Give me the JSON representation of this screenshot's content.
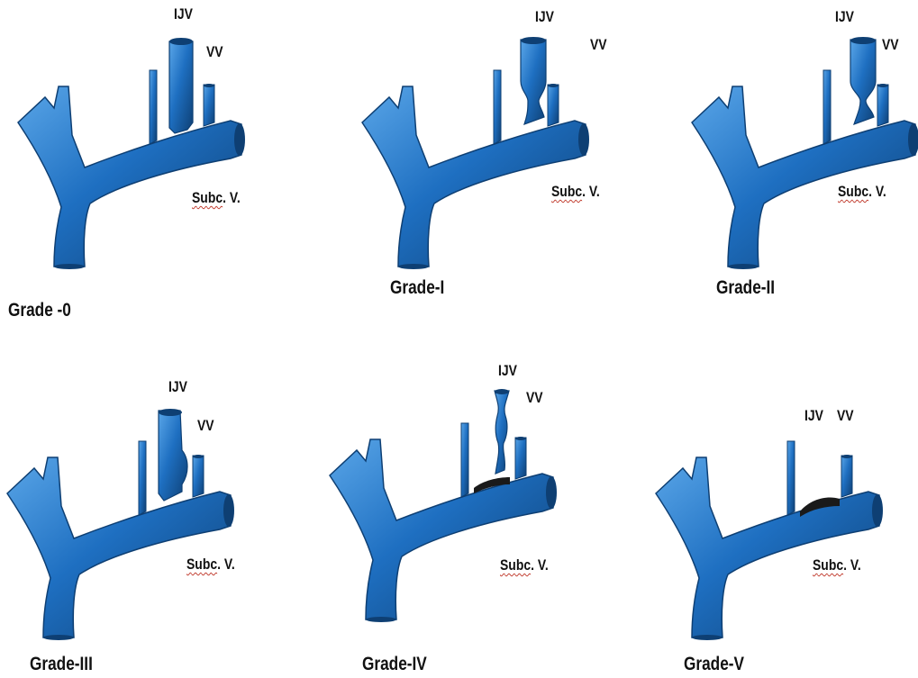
{
  "panels": [
    {
      "grade": "Grade -0",
      "ijv": "IJV",
      "vv": "VV",
      "subc_word": "Subc",
      "subc_rest": ". V.",
      "stenosis": "none"
    },
    {
      "grade": "Grade-I",
      "ijv": "IJV",
      "vv": "VV",
      "subc_word": "Subc",
      "subc_rest": ". V.",
      "stenosis": "mild"
    },
    {
      "grade": "Grade-II",
      "ijv": "IJV",
      "vv": "VV",
      "subc_word": "Subc",
      "subc_rest": ". V.",
      "stenosis": "moderate"
    },
    {
      "grade": "Grade-III",
      "ijv": "IJV",
      "vv": "VV",
      "subc_word": "Subc",
      "subc_rest": ". V.",
      "stenosis": "bulge"
    },
    {
      "grade": "Grade-IV",
      "ijv": "IJV",
      "vv": "VV",
      "subc_word": "Subc",
      "subc_rest": ". V.",
      "stenosis": "multiple"
    },
    {
      "grade": "Grade-V",
      "ijv": "IJV",
      "vv": "VV",
      "subc_word": "Subc",
      "subc_rest": ". V.",
      "stenosis": "occluded"
    }
  ],
  "colors": {
    "vein_dark": "#0e3f73",
    "vein_mid": "#1e6fc1",
    "vein_light": "#5aa6e8",
    "stump": "#1a1a1a"
  }
}
